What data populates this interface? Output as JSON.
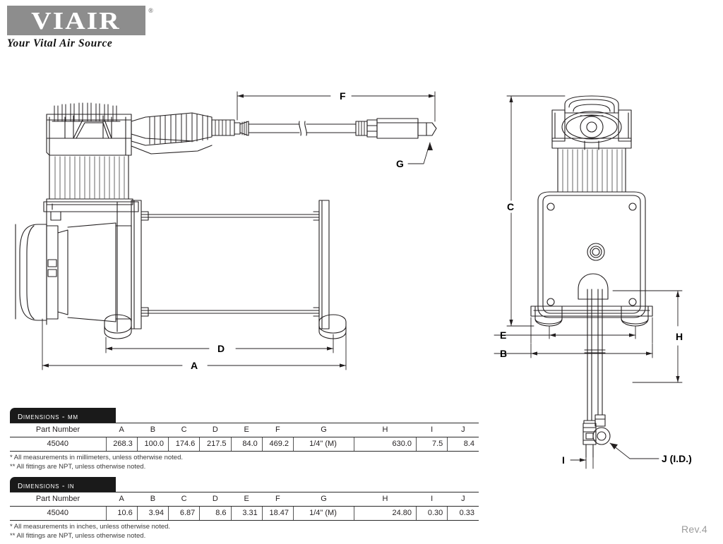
{
  "brand": {
    "wordmark": "VIAIR",
    "registered_mark": "®",
    "tagline": "Your Vital Air Source"
  },
  "drawing": {
    "side_view_labels": [
      {
        "key": "F",
        "text": "F"
      },
      {
        "key": "G",
        "text": "G"
      },
      {
        "key": "D",
        "text": "D"
      },
      {
        "key": "A",
        "text": "A"
      }
    ],
    "front_view_labels": [
      {
        "key": "C",
        "text": "C"
      },
      {
        "key": "E",
        "text": "E"
      },
      {
        "key": "B",
        "text": "B"
      },
      {
        "key": "H",
        "text": "H"
      },
      {
        "key": "I",
        "text": "I"
      },
      {
        "key": "J",
        "text": "J (I.D.)"
      }
    ]
  },
  "tables": [
    {
      "id": "mm",
      "banner": "Dimensions - MM",
      "columns": [
        "Part Number",
        "A",
        "B",
        "C",
        "D",
        "E",
        "F",
        "G",
        "H",
        "I",
        "J"
      ],
      "rows": [
        [
          "45040",
          "268.3",
          "100.0",
          "174.6",
          "217.5",
          "84.0",
          "469.2",
          "1/4\" (M)",
          "630.0",
          "7.5",
          "8.4"
        ]
      ],
      "notes": [
        "* All measurements in millimeters, unless otherwise noted.",
        "** All fittings are NPT, unless otherwise noted."
      ]
    },
    {
      "id": "in",
      "banner": "Dimensions - IN",
      "columns": [
        "Part Number",
        "A",
        "B",
        "C",
        "D",
        "E",
        "F",
        "G",
        "H",
        "I",
        "J"
      ],
      "rows": [
        [
          "45040",
          "10.6",
          "3.94",
          "6.87",
          "8.6",
          "3.31",
          "18.47",
          "1/4\" (M)",
          "24.80",
          "0.30",
          "0.33"
        ]
      ],
      "notes": [
        "* All measurements in inches, unless otherwise noted.",
        "** All fittings are NPT, unless otherwise noted."
      ]
    }
  ],
  "revision": "Rev.4",
  "colors": {
    "logo_background": "#8d8d8d",
    "banner_background": "#1a1a1a",
    "line": "#231f20",
    "revision_text": "#9b9b9b"
  }
}
